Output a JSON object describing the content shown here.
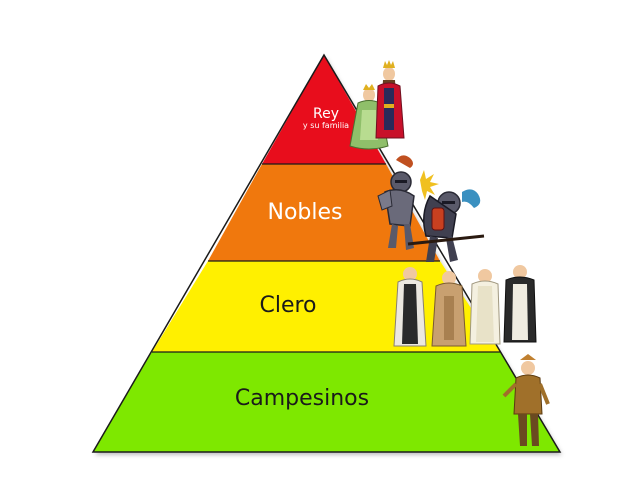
{
  "pyramid": {
    "levels": [
      {
        "id": "rey",
        "label": "Rey",
        "sublabel": "y su familia",
        "color": "#e8101a",
        "text_color": "#ffffff"
      },
      {
        "id": "nobles",
        "label": "Nobles",
        "color": "#f07810",
        "text_color": "#ffffff"
      },
      {
        "id": "clero",
        "label": "Clero",
        "color": "#fff000",
        "text_color": "#1a1a1a"
      },
      {
        "id": "campesinos",
        "label": "Campesinos",
        "color": "#7ee800",
        "text_color": "#1a1a1a"
      }
    ],
    "outline_color": "#1a1a1a",
    "figures": [
      "king-and-queen-figures",
      "fighting-knights-figures",
      "monks-figures",
      "peasant-figure"
    ]
  }
}
